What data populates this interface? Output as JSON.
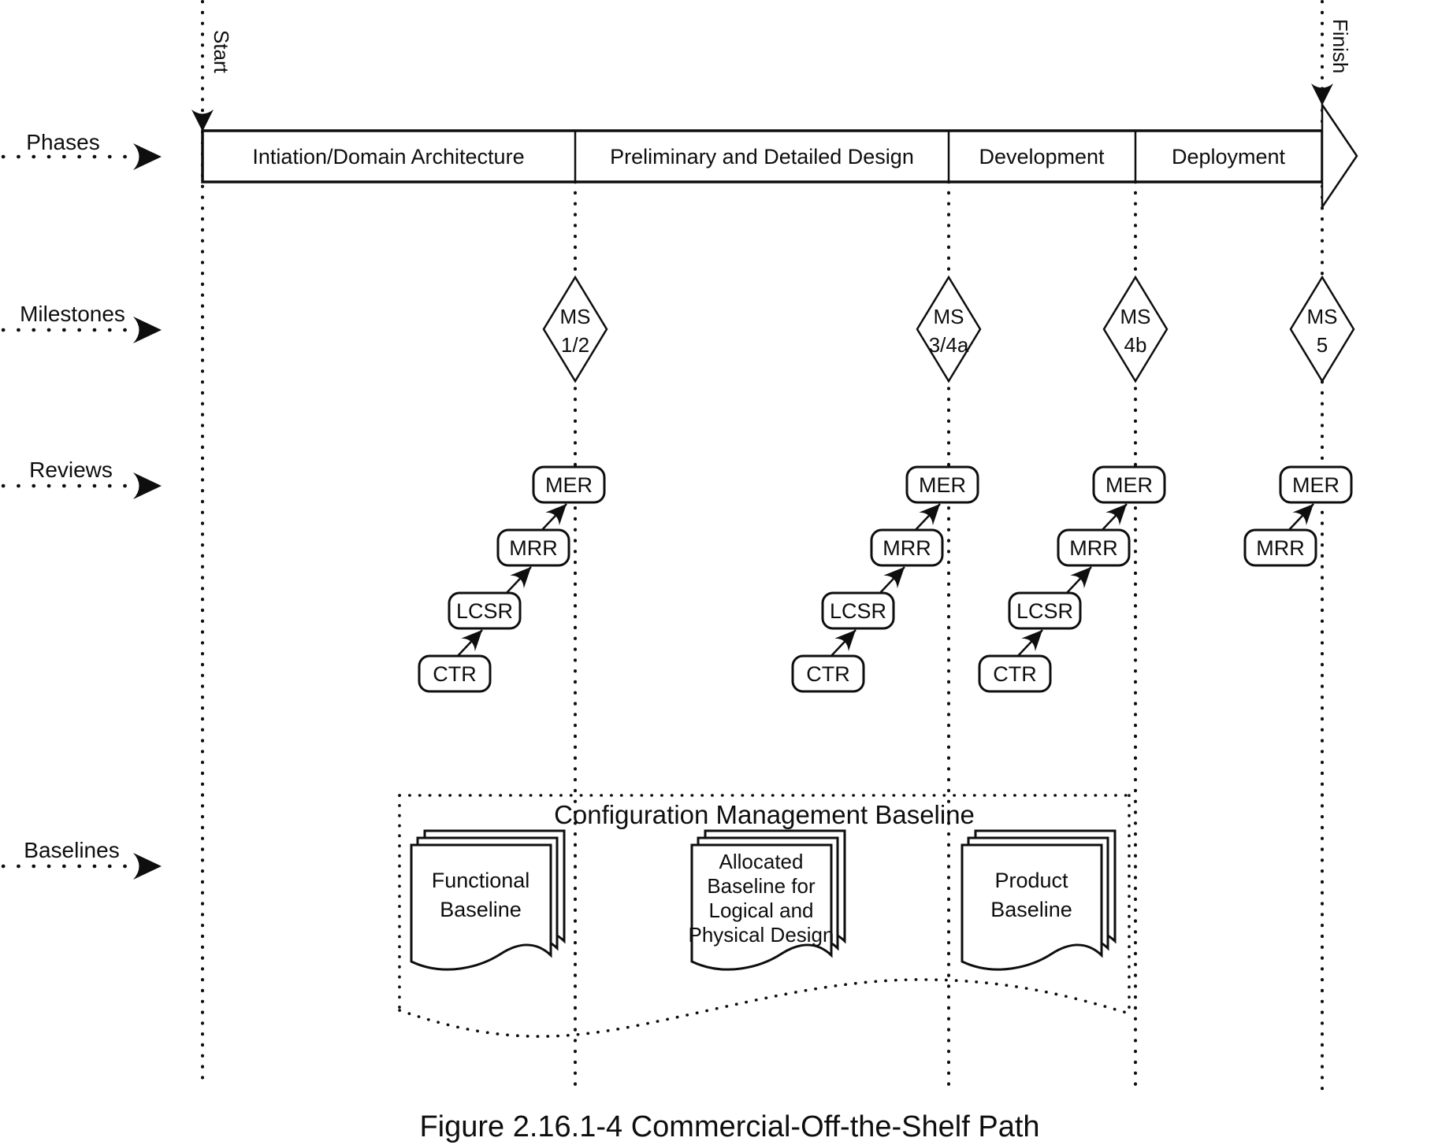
{
  "figure": {
    "caption": "Figure 2.16.1-4 Commercial-Off-the-Shelf Path"
  },
  "timeline": {
    "start_label": "Start",
    "finish_label": "Finish"
  },
  "rows": [
    {
      "label": "Phases"
    },
    {
      "label": "Milestones"
    },
    {
      "label": "Reviews"
    },
    {
      "label": "Baselines"
    }
  ],
  "phases": {
    "segments": [
      "Intiation/Domain Architecture",
      "Preliminary and Detailed Design",
      "Development",
      "Deployment"
    ]
  },
  "milestones": [
    {
      "line1": "MS",
      "line2": "1/2"
    },
    {
      "line1": "MS",
      "line2": "3/4a"
    },
    {
      "line1": "MS",
      "line2": "4b"
    },
    {
      "line1": "MS",
      "line2": "5"
    }
  ],
  "reviews": {
    "chains": [
      {
        "boxes": [
          "CTR",
          "LCSR",
          "MRR",
          "MER"
        ]
      },
      {
        "boxes": [
          "CTR",
          "LCSR",
          "MRR",
          "MER"
        ]
      },
      {
        "boxes": [
          "CTR",
          "LCSR",
          "MRR",
          "MER"
        ]
      },
      {
        "boxes": [
          "MRR",
          "MER"
        ]
      }
    ]
  },
  "baselines": {
    "group_label": "Configuration Management Baseline",
    "documents": [
      {
        "lines": [
          "Functional",
          "Baseline"
        ]
      },
      {
        "lines": [
          "Allocated",
          "Baseline for",
          "Logical and",
          "Physical Design"
        ]
      },
      {
        "lines": [
          "Product",
          "Baseline"
        ]
      }
    ]
  },
  "colors": {
    "ink": "#0e0e0e",
    "background": "#ffffff"
  }
}
